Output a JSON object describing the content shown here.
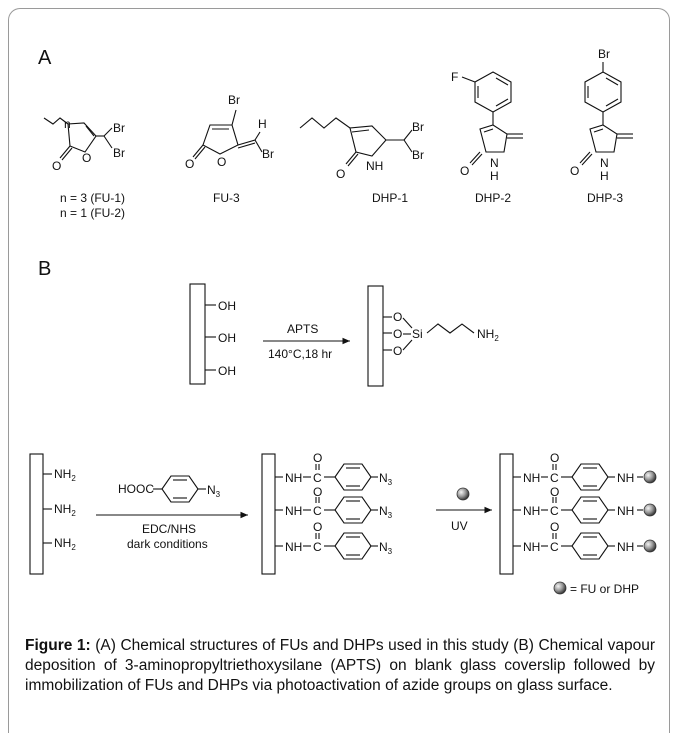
{
  "panel_a": {
    "label": "A",
    "fu12": {
      "sub_n": "n",
      "br1": "Br",
      "br2": "Br",
      "o_carbonyl": "O",
      "o_ring": "O",
      "caption_line1": "n = 3 (FU-1)",
      "caption_line2": "n = 1 (FU-2)"
    },
    "fu3": {
      "br_top": "Br",
      "h": "H",
      "br_side": "Br",
      "o_carbonyl": "O",
      "o_ring": "O",
      "caption": "FU-3"
    },
    "dhp1": {
      "br1": "Br",
      "br2": "Br",
      "o_carbonyl": "O",
      "nh": "NH",
      "caption": "DHP-1"
    },
    "dhp2": {
      "f": "F",
      "o_carbonyl": "O",
      "n": "N",
      "h": "H",
      "caption": "DHP-2"
    },
    "dhp3": {
      "br": "Br",
      "o_carbonyl": "O",
      "n": "N",
      "h": "H",
      "caption": "DHP-3"
    }
  },
  "panel_b": {
    "label": "B",
    "step1": {
      "oh1": "OH",
      "oh2": "OH",
      "oh3": "OH",
      "reagent": "APTS",
      "conditions": "140°C,18 hr",
      "o1": "O",
      "o2": "O",
      "o3": "O",
      "si": "Si",
      "nh2": "NH"
    },
    "step2": {
      "nh2_a": "NH",
      "nh2_b": "NH",
      "nh2_c": "NH",
      "reagent_left": "HOOC",
      "reagent_n3": "N",
      "cond_line1": "EDC/NHS",
      "cond_line2": "dark conditions",
      "amide_nh": "NH",
      "amide_c": "C",
      "amide_o": "O",
      "azide": "N",
      "uv": "UV",
      "product_nh": "NH",
      "product_c": "C",
      "product_o": "O",
      "product_nh2": "NH",
      "legend": "= FU or DHP"
    }
  },
  "caption": {
    "bold": "Figure 1:",
    "text": " (A) Chemical structures of FUs and DHPs used in this study (B) Chemical vapour deposition of 3-aminopropyltriethoxysilane (APTS) on blank glass coverslip followed by immobilization of FUs and DHPs via photoactivation of azide groups on glass surface."
  }
}
